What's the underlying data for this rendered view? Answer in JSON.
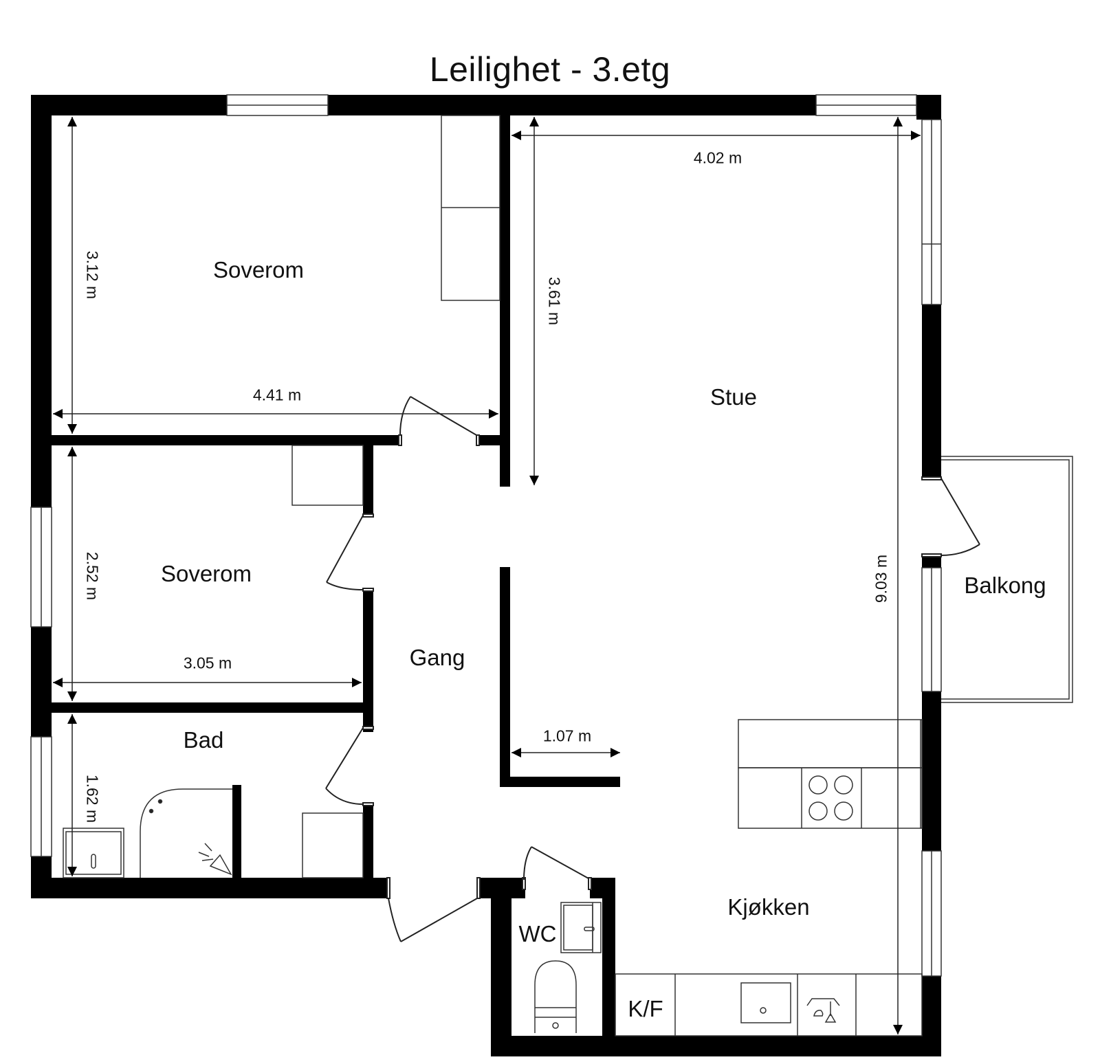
{
  "title": "Leilighet  - 3.etg",
  "rooms": {
    "soverom1": "Soverom",
    "soverom2": "Soverom",
    "bad": "Bad",
    "gang": "Gang",
    "stue": "Stue",
    "balkong": "Balkong",
    "kjokken": "Kjøkken",
    "wc": "WC",
    "kf": "K/F"
  },
  "dimensions": {
    "soverom1_height": "3.12 m",
    "soverom1_width": "4.41 m",
    "soverom2_height": "2.52 m",
    "soverom2_width": "3.05 m",
    "bad_height": "1.62 m",
    "stue_width": "4.02 m",
    "stue_height": "3.61 m",
    "total_height": "9.03 m",
    "wall_offset": "1.07 m"
  },
  "colors": {
    "wall": "#000000",
    "line": "#333333",
    "background": "#ffffff"
  }
}
